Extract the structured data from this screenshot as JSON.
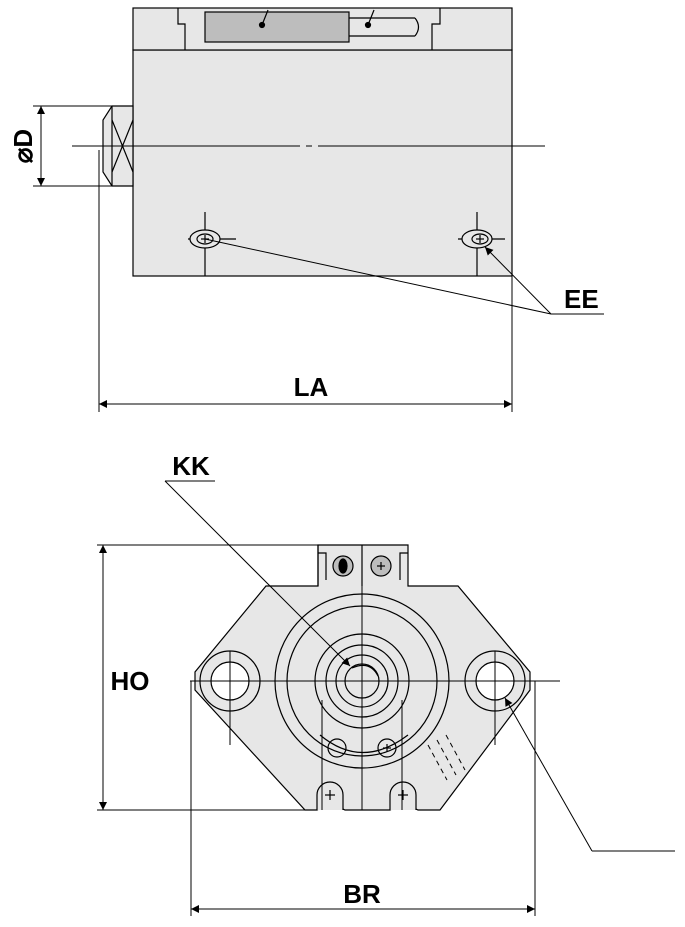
{
  "labels": {
    "diameter": "⌀D",
    "ports": "EE",
    "length": "LA",
    "piston_thread": "KK",
    "height": "HO",
    "bore_spacing": "BR"
  },
  "colors": {
    "body_fill": "#e7e7e7",
    "line": "#000000",
    "slot_fill": "#bdbdbd",
    "background": "#ffffff"
  }
}
